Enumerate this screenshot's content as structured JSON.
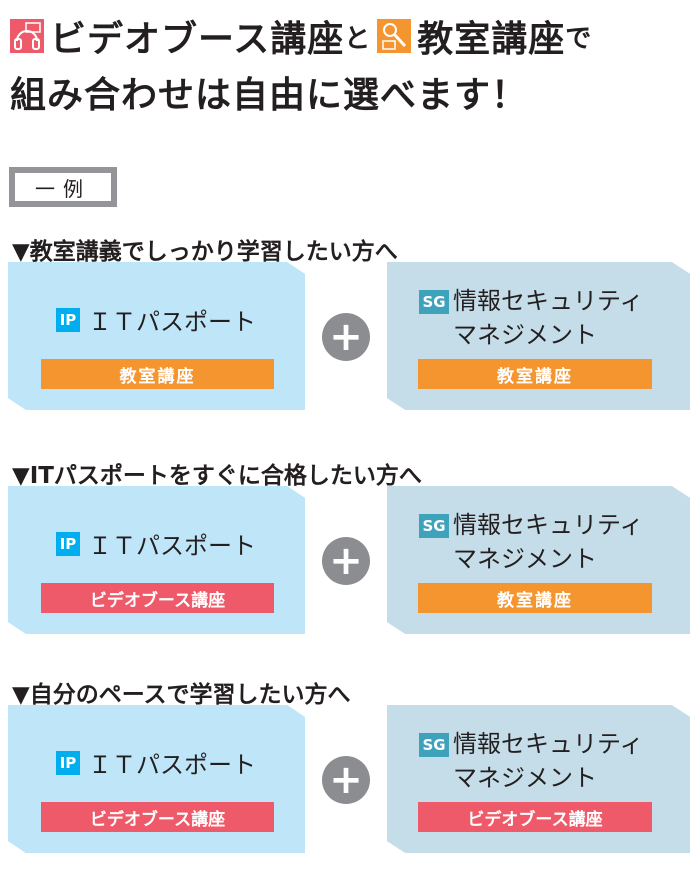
{
  "header": {
    "line1_part1": "ビデオブース講座",
    "line1_and": "と",
    "line1_part2": "教室講座",
    "line1_end": "で",
    "line2": "組み合わせは自由に選べます！",
    "video_icon_text": "video"
  },
  "example_label": "一例",
  "colors": {
    "video": "#ef5a6a",
    "classroom": "#f5952f",
    "ip": "#00aeef",
    "sg": "#3fa2bd",
    "plus": "#8c8d90"
  },
  "sections": [
    {
      "heading": "▼教室講義でしっかり学習したい方へ",
      "left": {
        "tag": "IP",
        "name": "ＩＴパスポート",
        "course": "教室講座"
      },
      "right": {
        "tag": "SG",
        "name1": "情報セキュリティ",
        "name2": "マネジメント",
        "course": "教室講座"
      }
    },
    {
      "heading": "▼ITパスポートをすぐに合格したい方へ",
      "left": {
        "tag": "IP",
        "name": "ＩＴパスポート",
        "course": "ビデオブース講座"
      },
      "right": {
        "tag": "SG",
        "name1": "情報セキュリティ",
        "name2": "マネジメント",
        "course": "教室講座"
      }
    },
    {
      "heading": "▼自分のペースで学習したい方へ",
      "left": {
        "tag": "IP",
        "name": "ＩＴパスポート",
        "course": "ビデオブース講座"
      },
      "right": {
        "tag": "SG",
        "name1": "情報セキュリティ",
        "name2": "マネジメント",
        "course": "ビデオブース講座"
      }
    }
  ],
  "plus_symbol": "+"
}
